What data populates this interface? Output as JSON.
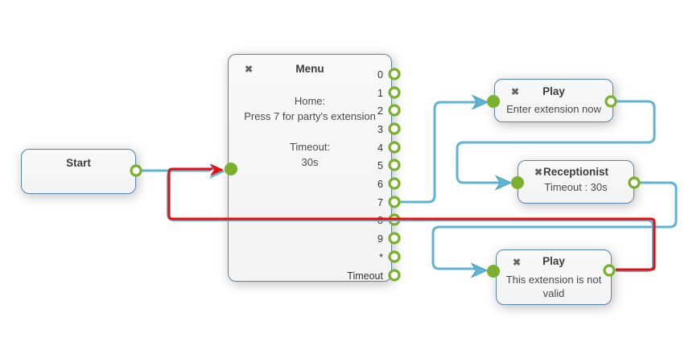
{
  "colors": {
    "connector_blue": "#5FB3D4",
    "connector_red": "#EA0C0E",
    "endpoint_green": "#7AB02C",
    "node_border": "#5786A8",
    "node_background": "#F5F5F5"
  },
  "icons": {
    "close": "✖"
  },
  "nodes": {
    "start": {
      "title": "Start"
    },
    "menu": {
      "title": "Menu",
      "body": {
        "home_label": "Home:",
        "home_text": "Press 7 for party's extension",
        "timeout_label": "Timeout:",
        "timeout_value": "30s"
      },
      "ports": [
        "0",
        "1",
        "2",
        "3",
        "4",
        "5",
        "6",
        "7",
        "8",
        "9",
        "*",
        "Timeout"
      ]
    },
    "play_enter": {
      "title": "Play",
      "body": "Enter extension now"
    },
    "receptionist": {
      "title": "Receptionist",
      "body": "Timeout : 30s"
    },
    "play_invalid": {
      "title": "Play",
      "body": "This extension is not valid"
    }
  }
}
